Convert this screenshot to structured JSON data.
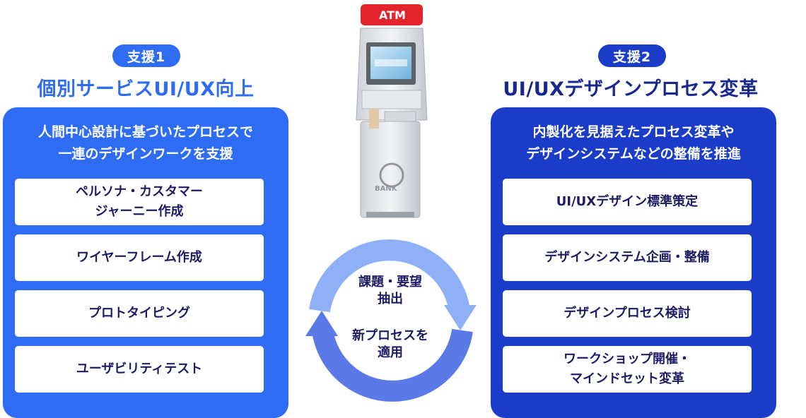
{
  "colors": {
    "left_panel": "#2f6cf4",
    "right_panel": "#1b3cc9",
    "left_heading": "#2f6cf4",
    "right_heading": "#16288f",
    "item_text": "#1c1c64",
    "arrow_light": "#8fb0f7",
    "arrow_dark": "#5b7ae8"
  },
  "left": {
    "badge": "支援1",
    "heading": "個別サービスUI/UX向上",
    "description": "人間中心設計に基づいたプロセスで\n一連のデザインワークを支援",
    "items": [
      "ペルソナ・カスタマー\nジャーニー作成",
      "ワイヤーフレーム作成",
      "プロトタイピング",
      "ユーザビリティテスト"
    ]
  },
  "right": {
    "badge": "支援2",
    "heading": "UI/UXデザインプロセス変革",
    "description": "内製化を見据えたプロセス変革や\nデザインシステムなどの整備を推進",
    "items": [
      "UI/UXデザイン標準策定",
      "デザインシステム企画・整備",
      "デザインプロセス検討",
      "ワークショップ開催・\nマインドセット変革"
    ]
  },
  "atm": {
    "sign": "ATM",
    "brand": "BANK"
  },
  "cycle": {
    "top_label": "課題・要望\n抽出",
    "bottom_label": "新プロセスを\n適用"
  }
}
